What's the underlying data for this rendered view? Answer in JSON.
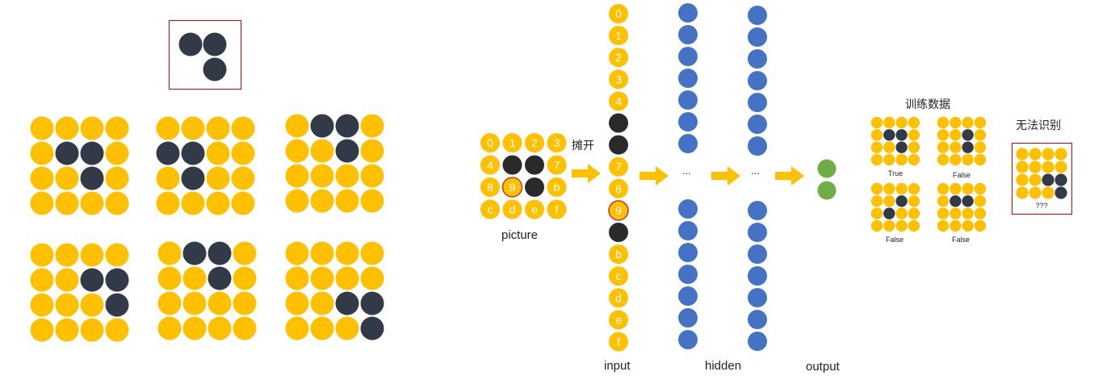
{
  "colors": {
    "yellow": "#FFC000",
    "dark": "#323A48",
    "blue": "#4472C4",
    "green": "#70AD47",
    "frame": "#E00000",
    "arrow": "#FFC000"
  },
  "pattern": {
    "cells": [
      [
        0,
        0
      ],
      [
        0,
        1
      ],
      [
        1,
        1
      ]
    ]
  },
  "grid_examples": [
    {
      "dark": [
        [
          1,
          1
        ],
        [
          1,
          2
        ],
        [
          2,
          2
        ]
      ]
    },
    {
      "dark": [
        [
          1,
          0
        ],
        [
          1,
          1
        ],
        [
          2,
          1
        ]
      ]
    },
    {
      "dark": [
        [
          0,
          1
        ],
        [
          0,
          2
        ],
        [
          1,
          2
        ]
      ]
    },
    {
      "dark": [
        [
          1,
          2
        ],
        [
          1,
          3
        ],
        [
          2,
          3
        ]
      ]
    },
    {
      "dark": [
        [
          0,
          1
        ],
        [
          0,
          2
        ],
        [
          1,
          2
        ]
      ]
    },
    {
      "dark": [
        [
          2,
          2
        ],
        [
          2,
          3
        ],
        [
          3,
          3
        ]
      ]
    }
  ],
  "picture": {
    "cells": [
      "0",
      "1",
      "2",
      "3",
      "4",
      "",
      "",
      "7",
      "8",
      "9",
      "",
      "b",
      "c",
      "d",
      "e",
      "f"
    ],
    "dark": [
      5,
      6,
      10
    ],
    "outlined": [
      9
    ],
    "label": "picture",
    "flatten_label": "摊开"
  },
  "input_column": {
    "cells": [
      "0",
      "1",
      "2",
      "3",
      "4",
      "",
      "",
      "7",
      "8",
      "9",
      "",
      "b",
      "c",
      "d",
      "e",
      "f"
    ],
    "dark": [
      5,
      6,
      10
    ],
    "outlined": [
      9
    ],
    "label": "input"
  },
  "hidden": {
    "label": "hidden",
    "ellipsis": "..."
  },
  "output": {
    "label": "output"
  },
  "training": {
    "title": "训练数据",
    "samples": [
      {
        "label": "True",
        "dark": [
          [
            1,
            1
          ],
          [
            1,
            2
          ],
          [
            2,
            2
          ]
        ]
      },
      {
        "label": "False",
        "dark": [
          [
            1,
            2
          ],
          [
            2,
            2
          ]
        ]
      },
      {
        "label": "False",
        "dark": [
          [
            1,
            2
          ],
          [
            2,
            1
          ]
        ]
      },
      {
        "label": "False",
        "dark": [
          [
            1,
            1
          ],
          [
            1,
            2
          ]
        ]
      }
    ]
  },
  "unrecognized": {
    "title": "无法识别",
    "label": "???",
    "dark": [
      [
        2,
        2
      ],
      [
        2,
        3
      ],
      [
        3,
        3
      ]
    ]
  }
}
